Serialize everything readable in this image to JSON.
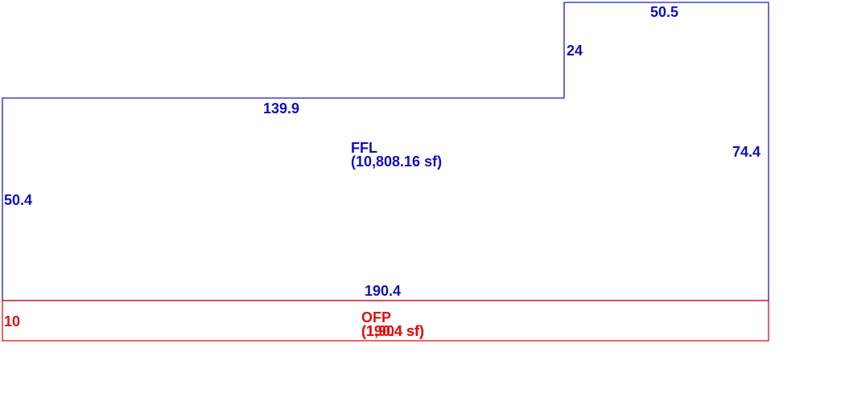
{
  "colors": {
    "ffl": "#1a1ad0",
    "ofp": "#e01010"
  },
  "ffl": {
    "name": "FFL",
    "area": "(10,808.16 sf)",
    "dimensions": {
      "top_step": "50.5",
      "step_height": "24",
      "top_main": "139.9",
      "right": "74.4",
      "left": "50.4",
      "bottom": "190.4"
    }
  },
  "ofp": {
    "name": "OFP",
    "area_text_a": "(1,904 sf)",
    "area_text_b": "(190.4 sf)",
    "dimensions": {
      "left": "10"
    }
  }
}
